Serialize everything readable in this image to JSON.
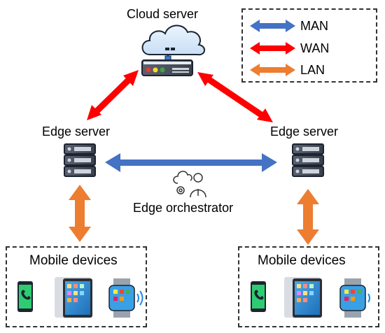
{
  "labels": {
    "cloud_server": "Cloud server",
    "edge_server_left": "Edge server",
    "edge_server_right": "Edge server",
    "edge_orchestrator": "Edge orchestrator",
    "mobile_devices_left": "Mobile devices",
    "mobile_devices_right": "Mobile devices"
  },
  "legend": [
    {
      "label": "MAN",
      "color": "#4472c4"
    },
    {
      "label": "WAN",
      "color": "#ff0000"
    },
    {
      "label": "LAN",
      "color": "#ed7d31"
    }
  ],
  "icons": {
    "cloud": "cloud-server-icon",
    "server": "server-rack-icon",
    "orchestrator": "orchestrator-person-icon",
    "phone": "mobile-phone-icon",
    "tablet": "tablet-icon",
    "watch": "smartwatch-icon"
  }
}
